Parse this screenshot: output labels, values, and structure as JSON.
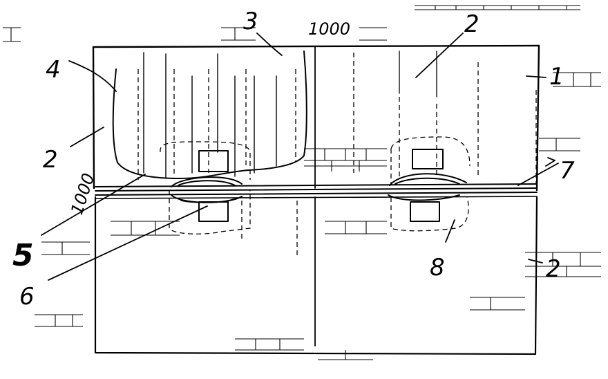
{
  "figure": {
    "labels": {
      "l1": "1",
      "l2_top": "2",
      "l2_left": "2",
      "l2_bottom": "2",
      "l3": "3",
      "l4": "4",
      "l5": "5",
      "l6": "6",
      "l7": "7",
      "l8": "8"
    },
    "dimensions": {
      "horizontal": "1000",
      "vertical": "1000"
    }
  }
}
